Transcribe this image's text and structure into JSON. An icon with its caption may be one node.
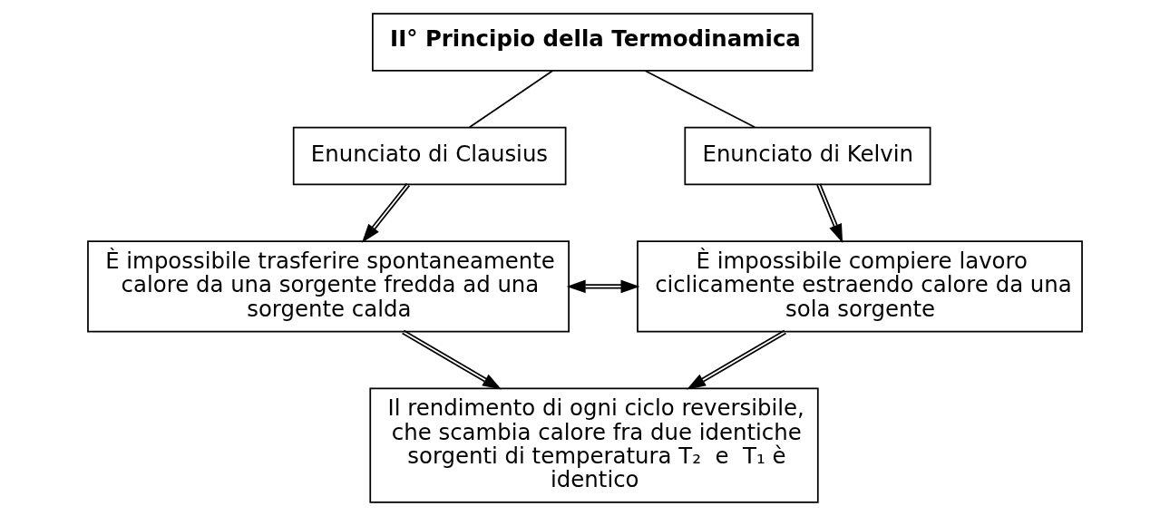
{
  "diagram": {
    "nodes": [
      {
        "text": [
          "II° Principio della Termodinamica"
        ]
      },
      {
        "text": [
          "Enunciato di Clausius"
        ]
      },
      {
        "text": [
          "Enunciato di Kelvin"
        ]
      },
      {
        "text": [
          "È impossibile trasferire spontaneamente calore da una sorgente fredda ad una sorgente calda"
        ]
      },
      {
        "text": [
          "È impossibile compiere lavoro ciclicamente estraendo calore da una sola sorgente"
        ]
      },
      {
        "text": [
          "Il rendimento di ogni ciclo reversibile, che scambia calore fra due identiche sorgenti di temperatura T₂  e  T₁ è identico"
        ]
      }
    ],
    "edges": [
      {
        "from": 0,
        "to": 1,
        "arrow": "none"
      },
      {
        "from": 0,
        "to": 2,
        "arrow": "none"
      },
      {
        "from": 1,
        "to": 3,
        "arrow": "to"
      },
      {
        "from": 2,
        "to": 4,
        "arrow": "to"
      },
      {
        "from": 3,
        "to": 4,
        "arrow": "both"
      },
      {
        "from": 3,
        "to": 5,
        "arrow": "to"
      },
      {
        "from": 4,
        "to": 5,
        "arrow": "to"
      }
    ]
  }
}
